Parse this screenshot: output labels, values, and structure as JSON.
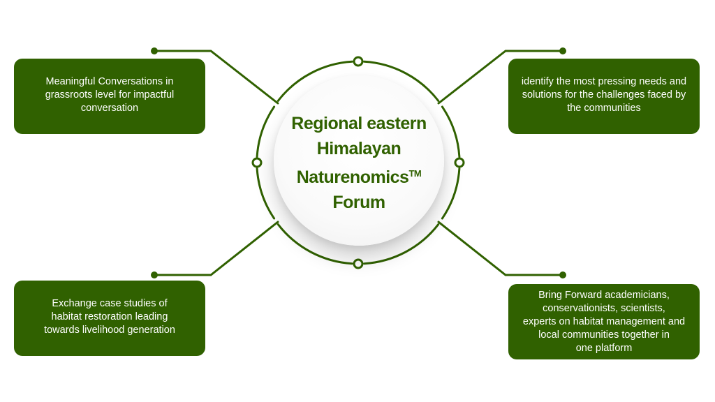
{
  "center": {
    "line1": "Regional eastern",
    "line2": "Himalayan",
    "line3": "Naturenomics",
    "tm": "TM",
    "line4": "Forum"
  },
  "boxes": {
    "top_left": {
      "lines": [
        "Meaningful Conversations in",
        "grassroots level for impactful",
        "conversation"
      ]
    },
    "top_right": {
      "lines": [
        "identify the most pressing needs and",
        "solutions for the challenges faced by",
        "the communities"
      ]
    },
    "bottom_left": {
      "lines": [
        "Exchange case studies of",
        "habitat restoration leading",
        "towards livelihood generation"
      ]
    },
    "bottom_right": {
      "lines": [
        "Bring Forward academicians,",
        "conservationists, scientists,",
        "experts on habitat management and",
        "local communities together in",
        "one platform"
      ]
    }
  },
  "colors": {
    "accent": "#306100",
    "background": "#ffffff"
  }
}
